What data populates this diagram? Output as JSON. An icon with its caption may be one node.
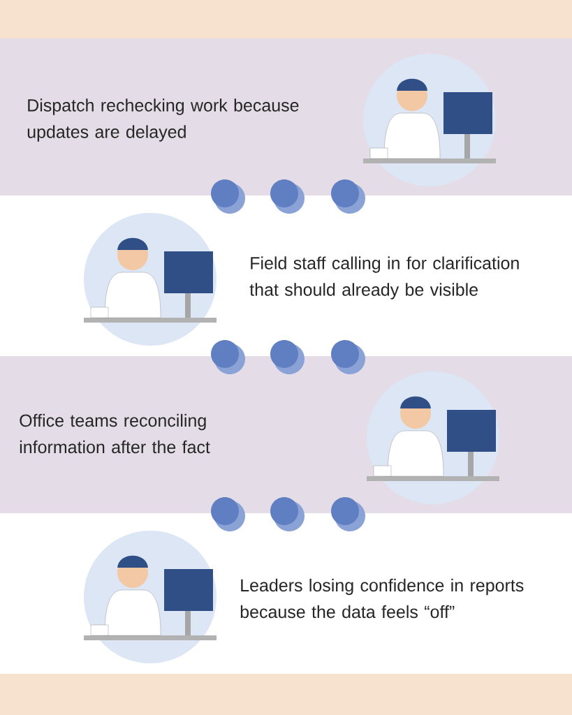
{
  "diagram": {
    "nodes": [
      {
        "text": [
          "Dispatch rechecking work because updates are delayed"
        ]
      },
      {
        "text": [
          "Field staff calling in for clarification that should already be visible"
        ]
      },
      {
        "text": [
          "Office teams reconciling information after the fact"
        ]
      },
      {
        "text": [
          "Leaders losing confidence in reports because the data feels “off”"
        ]
      }
    ]
  }
}
